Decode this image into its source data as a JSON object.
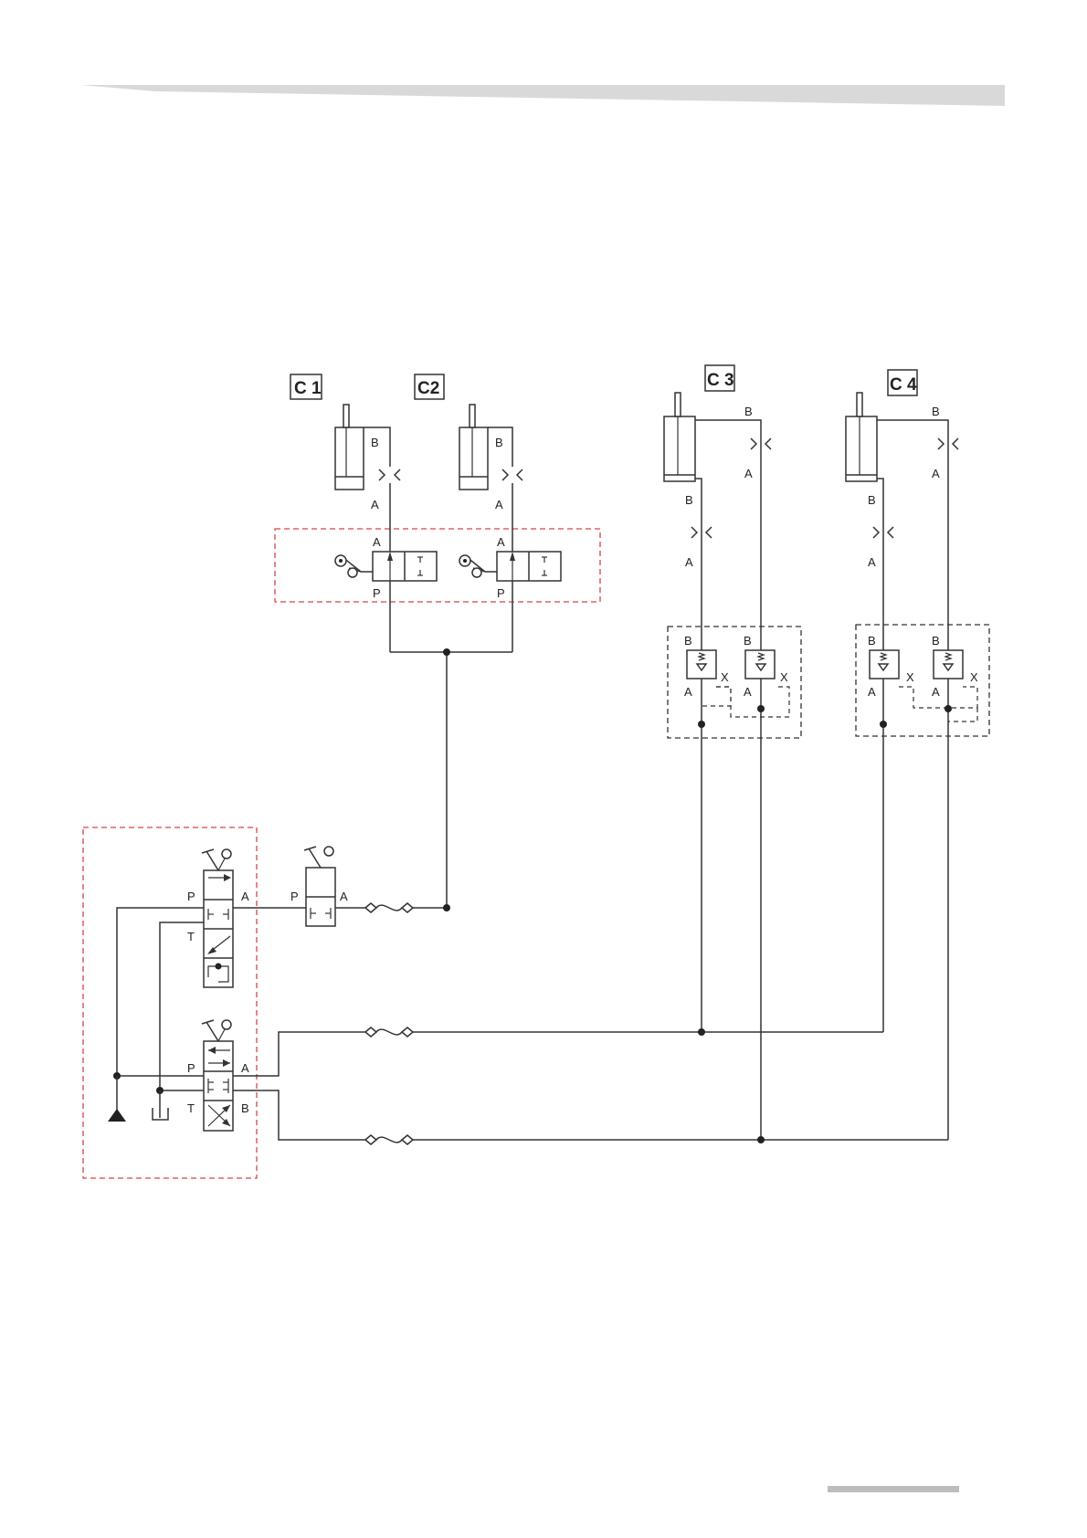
{
  "cylinders": [
    {
      "label": "C 1",
      "port_b": "B",
      "port_a": "A"
    },
    {
      "label": "C2",
      "port_b": "B",
      "port_a": "A"
    },
    {
      "label": "C 3",
      "port_b": "B",
      "port_a": "A",
      "port_b2": "B",
      "port_a2": "A"
    },
    {
      "label": "C 4",
      "port_b": "B",
      "port_a": "A",
      "port_b2": "B",
      "port_a2": "A"
    }
  ],
  "roller_valves": [
    {
      "port_a": "A",
      "port_p": "P"
    },
    {
      "port_a": "A",
      "port_p": "P"
    }
  ],
  "check_blocks": [
    {
      "b1": "B",
      "b2": "B",
      "a1": "A",
      "a2": "A",
      "x1": "X",
      "x2": "X"
    },
    {
      "b1": "B",
      "b2": "B",
      "a1": "A",
      "a2": "A",
      "x1": "X",
      "x2": "X"
    }
  ],
  "control_valve_upper": {
    "p": "P",
    "a": "A",
    "t": "T"
  },
  "manual_valve_small": {
    "p": "P",
    "a": "A"
  },
  "control_valve_lower": {
    "p": "P",
    "a": "A",
    "t": "T",
    "b": "B"
  },
  "colors": {
    "line": "#333333",
    "frame_red": "#d64545",
    "header_bar": "#d9d9d9",
    "footer_bar": "#bdbdbd"
  }
}
